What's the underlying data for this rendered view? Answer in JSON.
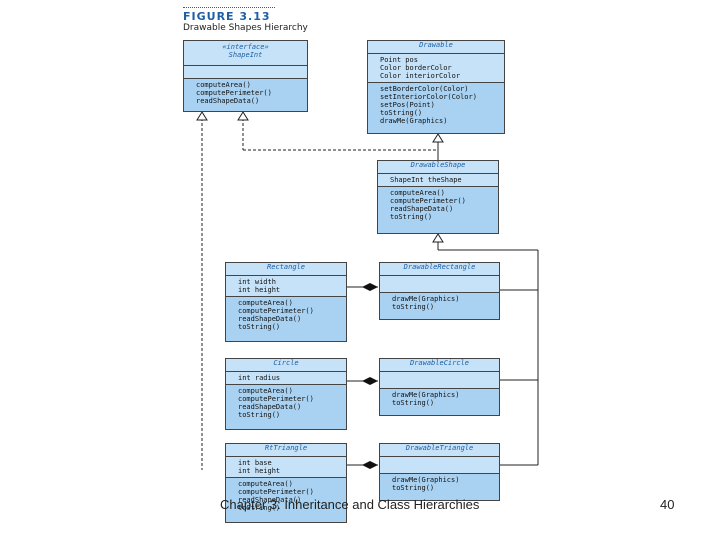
{
  "figure": {
    "label": "FIGURE 3.13",
    "title": "Drawable Shapes Hierarchy"
  },
  "classes": {
    "shapeint": {
      "stereotype": "«interface»",
      "name": "ShapeInt",
      "attributes": [],
      "operations": [
        "computeArea()",
        "computePerimeter()",
        "readShapeData()"
      ]
    },
    "drawable": {
      "name": "Drawable",
      "attributes": [
        "Point pos",
        "Color borderColor",
        "Color interiorColor"
      ],
      "operations": [
        "setBorderColor(Color)",
        "setInteriorColor(Color)",
        "setPos(Point)",
        "toString()",
        "drawMe(Graphics)"
      ]
    },
    "drawableshape": {
      "name": "DrawableShape",
      "attributes": [
        "ShapeInt theShape"
      ],
      "operations": [
        "computeArea()",
        "computePerimeter()",
        "readShapeData()",
        "toString()"
      ]
    },
    "rectangle": {
      "name": "Rectangle",
      "attributes": [
        "int width",
        "int height"
      ],
      "operations": [
        "computeArea()",
        "computePerimeter()",
        "readShapeData()",
        "toString()"
      ]
    },
    "drawablerectangle": {
      "name": "DrawableRectangle",
      "attributes": [],
      "operations": [
        "drawMe(Graphics)",
        "toString()"
      ]
    },
    "circle": {
      "name": "Circle",
      "attributes": [
        "int radius"
      ],
      "operations": [
        "computeArea()",
        "computePerimeter()",
        "readShapeData()",
        "toString()"
      ]
    },
    "drawablecircle": {
      "name": "DrawableCircle",
      "attributes": [],
      "operations": [
        "drawMe(Graphics)",
        "toString()"
      ]
    },
    "rttriangle": {
      "name": "RtTriangle",
      "attributes": [
        "int base",
        "int height"
      ],
      "operations": [
        "computeArea()",
        "computePerimeter()",
        "readShapeData()",
        "toString()"
      ]
    },
    "drawabletriangle": {
      "name": "DrawableTriangle",
      "attributes": [],
      "operations": [
        "drawMe(Graphics)",
        "toString()"
      ]
    }
  },
  "footer": {
    "text": "Chapter 3: Inheritance and Class Hierarchies",
    "page": "40"
  }
}
